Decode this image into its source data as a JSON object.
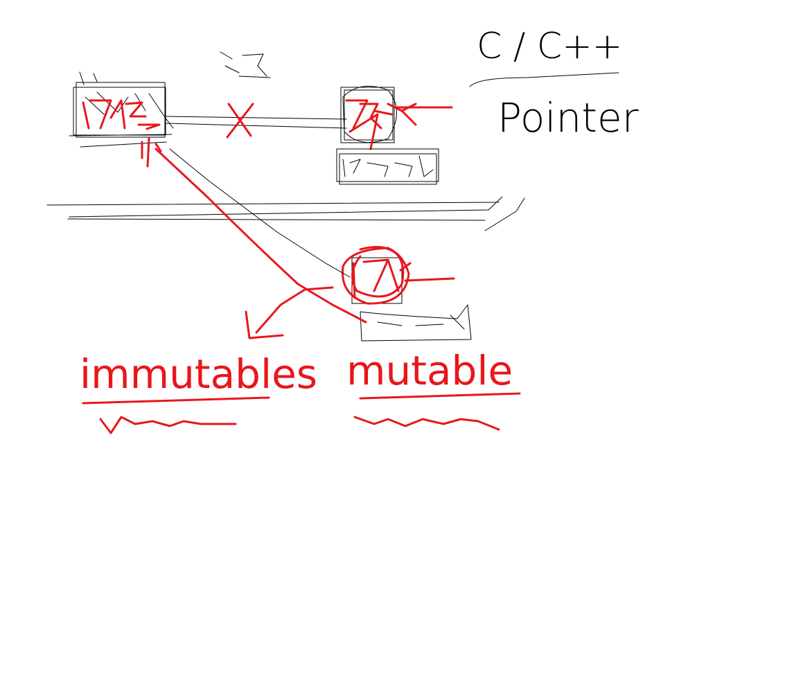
{
  "colors": {
    "ink": "#000000",
    "marker": "#e8161b",
    "background": "#ffffff"
  },
  "labels": {
    "top_note": "C / C++",
    "pointer": "Pointer",
    "immutables": "immutables",
    "mutable": "mutable"
  }
}
